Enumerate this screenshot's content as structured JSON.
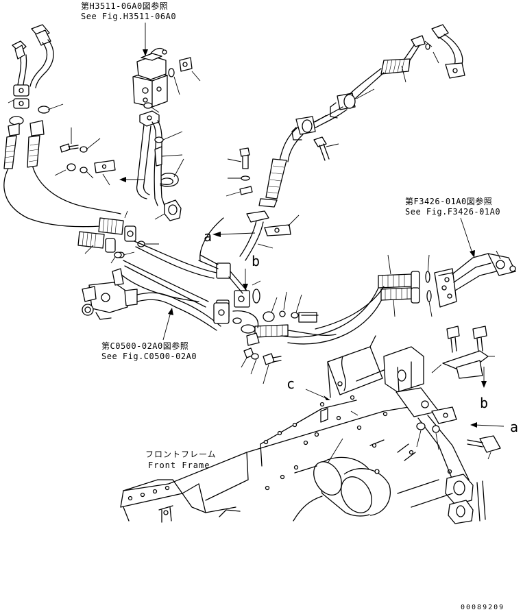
{
  "references": {
    "h3511": {
      "jp": "第H3511-06A0図参照",
      "en": "See Fig.H3511-06A0"
    },
    "f3426": {
      "jp": "第F3426-01A0図参照",
      "en": "See Fig.F3426-01A0"
    },
    "c0500": {
      "jp": "第C0500-02A0図参照",
      "en": "See Fig.C0500-02A0"
    }
  },
  "frame": {
    "jp": "フロントフレーム",
    "en": "Front Frame"
  },
  "callouts": {
    "a1": "a",
    "b1": "b",
    "b2": "b",
    "a2": "a",
    "c": "c"
  },
  "drawing_number": "00089209"
}
